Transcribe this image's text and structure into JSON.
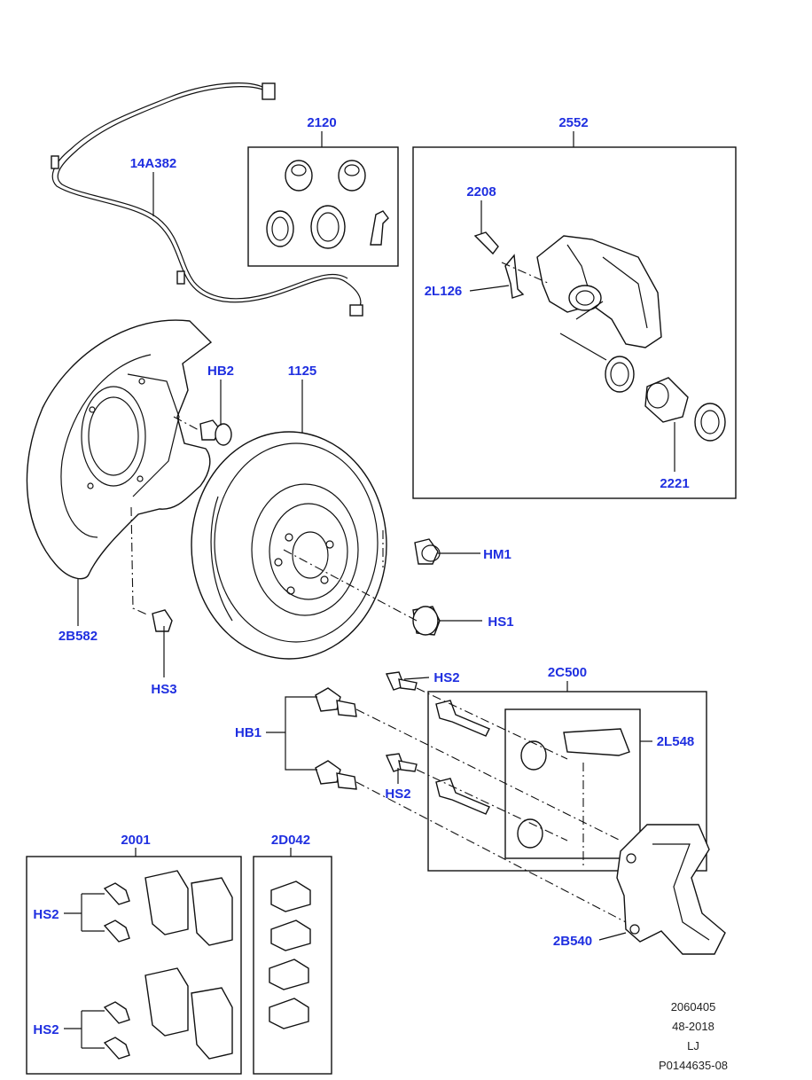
{
  "labels": {
    "c2120": "2120",
    "c2552": "2552",
    "c14A382": "14A382",
    "c2208": "2208",
    "c2L126": "2L126",
    "cHB2": "HB2",
    "c1125": "1125",
    "c2221": "2221",
    "cHM1": "HM1",
    "cHS1": "HS1",
    "c2B582": "2B582",
    "cHS3": "HS3",
    "cHS2a": "HS2",
    "c2C500": "2C500",
    "cHB1": "HB1",
    "c2L548": "2L548",
    "cHS2b": "HS2",
    "c2001": "2001",
    "c2D042": "2D042",
    "c2B540": "2B540",
    "cHS2c": "HS2",
    "cHS2d": "HS2"
  },
  "info": {
    "line1": "2060405",
    "line2": "48-2018",
    "line3": "LJ",
    "line4": "P0144635-08"
  },
  "colors": {
    "label": "#1f2fe0",
    "line": "#111111"
  }
}
